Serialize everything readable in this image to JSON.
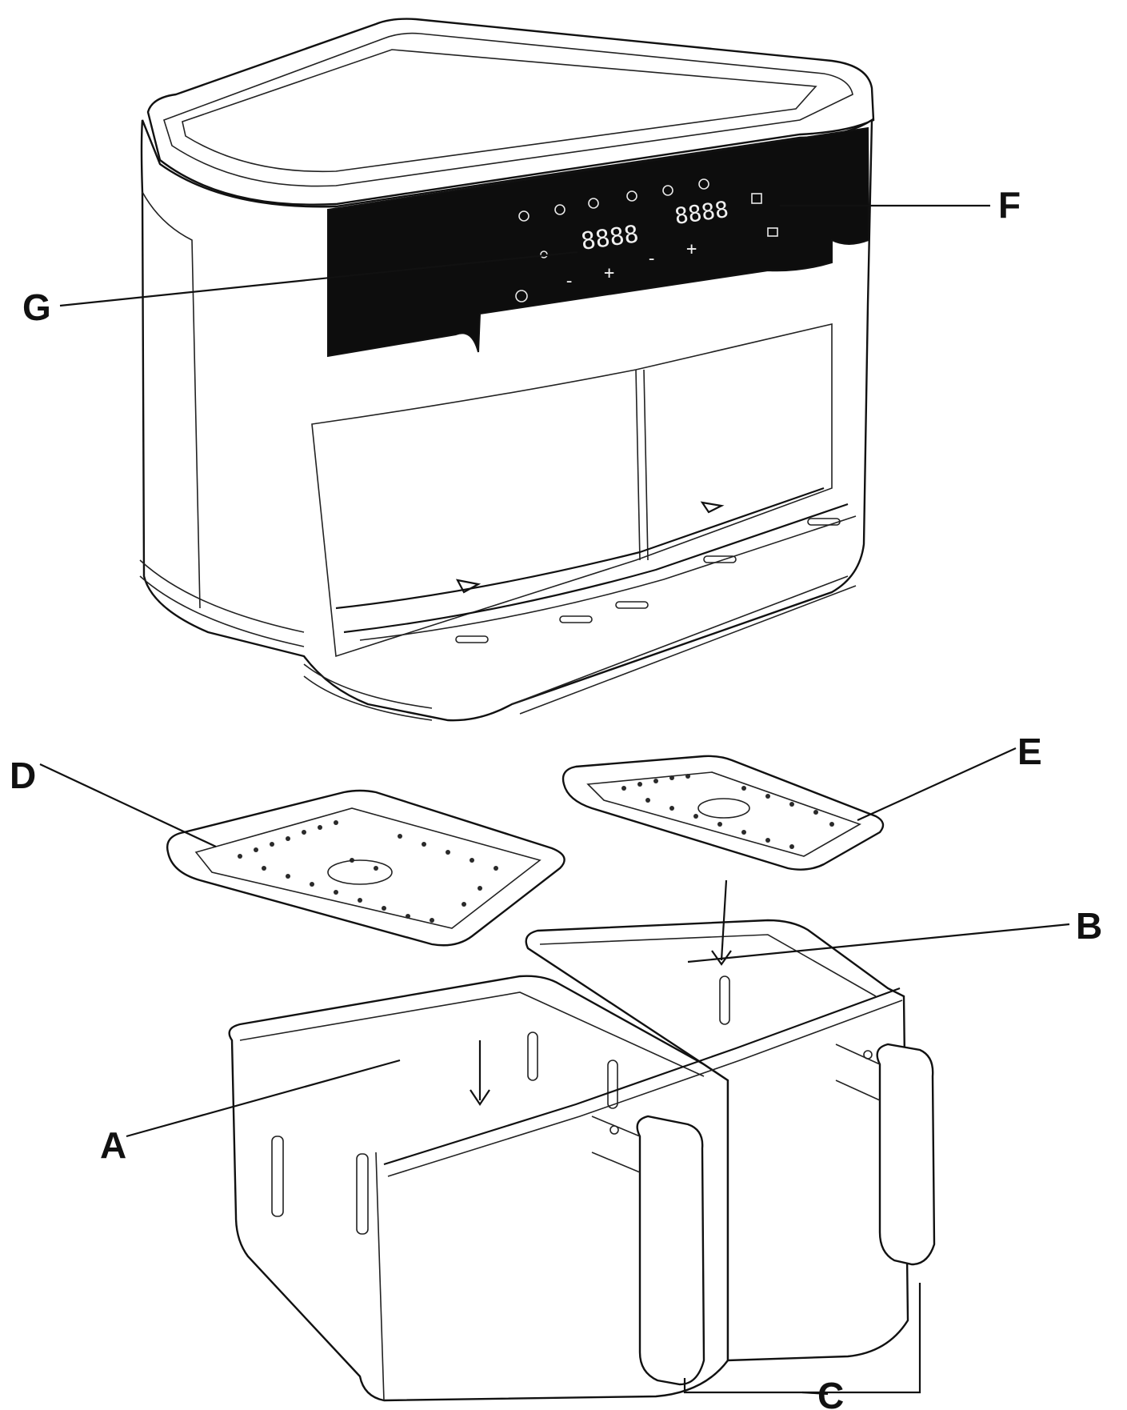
{
  "callouts": {
    "A": "A",
    "B": "B",
    "C": "C",
    "D": "D",
    "E": "E",
    "F": "F",
    "G": "G"
  },
  "panel": {
    "left_display": "8888",
    "right_display": "8888",
    "left_minus": "-",
    "left_plus": "+",
    "right_minus": "-",
    "right_plus": "+"
  }
}
